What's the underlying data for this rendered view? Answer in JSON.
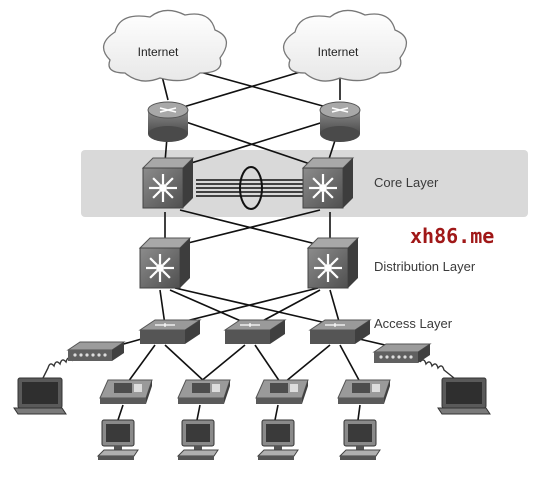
{
  "clouds": [
    {
      "label": "Internet"
    },
    {
      "label": "Internet"
    }
  ],
  "layers": {
    "core": "Core Layer",
    "distribution": "Distribution Layer",
    "access": "Access Layer"
  },
  "watermark": "xh86.me",
  "colors": {
    "core_band": "#d9d9d9",
    "device_body": "#6f6f6f",
    "link": "#111111",
    "watermark": "#a01818"
  },
  "icons": [
    "cloud-icon",
    "router-icon",
    "multilayer-switch-icon",
    "switch-icon",
    "hub-icon",
    "ip-phone-icon",
    "pc-icon",
    "laptop-icon"
  ]
}
